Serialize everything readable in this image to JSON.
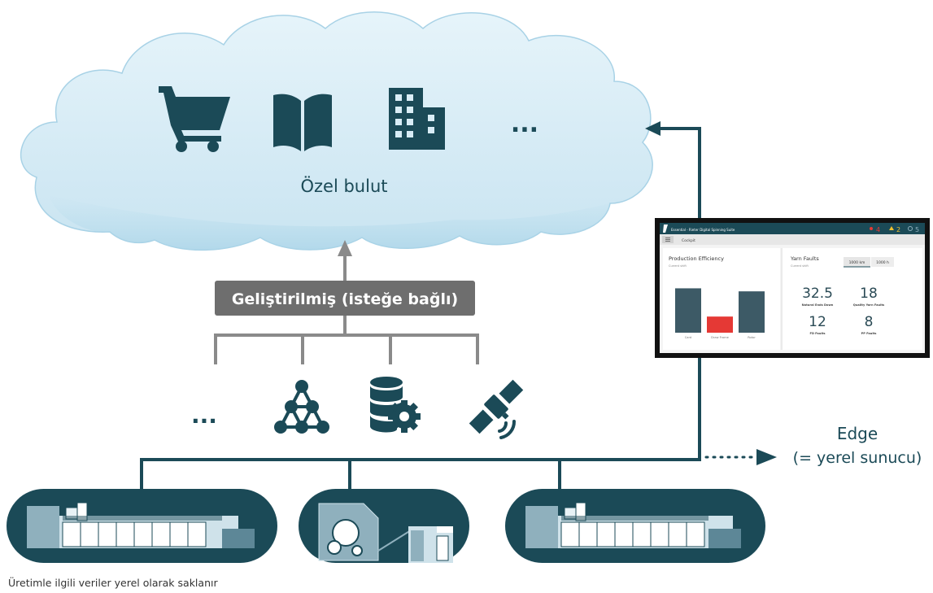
{
  "cloud": {
    "label": "Özel bulut",
    "icons": [
      "shopping-cart-icon",
      "book-icon",
      "building-icon"
    ],
    "more": "..."
  },
  "enhanced": {
    "label": "Geliştirilmiş (isteğe bağlı)"
  },
  "services": {
    "icons": [
      "network-graph-icon",
      "database-gear-icon",
      "satellite-icon"
    ],
    "more": "..."
  },
  "edge": {
    "title": "Edge",
    "subtitle": "(= yerel sunucu)"
  },
  "footer_note": "Üretimle ilgili veriler yerel olarak saklanır",
  "monitor": {
    "app_title": "Essential - Rieter Digital Spinning Suite",
    "alerts": {
      "red": "4",
      "yellow": "2",
      "info": "5"
    },
    "nav_item": "Cockpit",
    "efficiency": {
      "title": "Production Efficiency",
      "subtitle": "Current shift",
      "bars": [
        {
          "label": "Card",
          "value": 88,
          "color": "#3d5a66"
        },
        {
          "label": "Draw Frame",
          "value": 32,
          "color": "#e53935"
        },
        {
          "label": "Rotor",
          "value": 82,
          "color": "#3d5a66"
        }
      ]
    },
    "yarn_faults": {
      "title": "Yarn Faults",
      "subtitle": "Current shift",
      "tabs": [
        "1000 km",
        "1000 h"
      ],
      "metrics": [
        {
          "value": "32.5",
          "label": "Natural Ends Down"
        },
        {
          "value": "18",
          "label": "Quality Yarn Faults"
        },
        {
          "value": "12",
          "label": "FD Faults"
        },
        {
          "value": "8",
          "label": "PP Faults"
        }
      ]
    }
  },
  "colors": {
    "teal": "#1b4a57",
    "cloud_fill": "#d6ecf6",
    "gray": "#8a8a8a",
    "label_bg": "#6e6e6e"
  }
}
